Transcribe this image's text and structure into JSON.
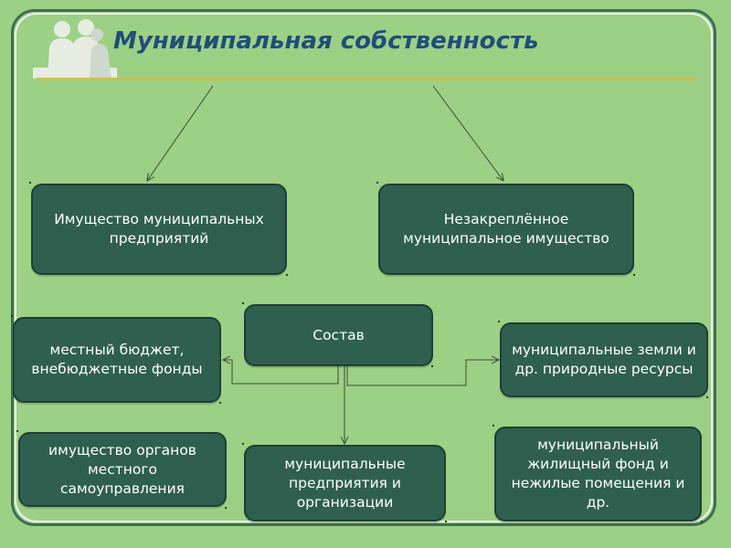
{
  "title": "Муниципальная собственность",
  "boxes": {
    "enterprises_property": "Имущество муниципальных предприятий",
    "unassigned_property": "Незакреплённое муниципальное имущество",
    "composition": "Состав",
    "local_budget": "местный бюджет, внебюджетные фонды",
    "lands_resources": "муниципальные земли и др. природные ресурсы",
    "government_property": "имущество органов местного самоуправления",
    "enterprises_orgs": "муниципальные предприятия и организации",
    "housing_fund": "муниципальный жилищный фонд и нежилые помещения и др."
  },
  "colors": {
    "background": "#9cd084",
    "box_fill": "#2f5f4f",
    "title_color": "#1f4e79",
    "rule_color": "#c9c24a"
  },
  "icons": {
    "logo": "business-people-silhouette-icon"
  }
}
